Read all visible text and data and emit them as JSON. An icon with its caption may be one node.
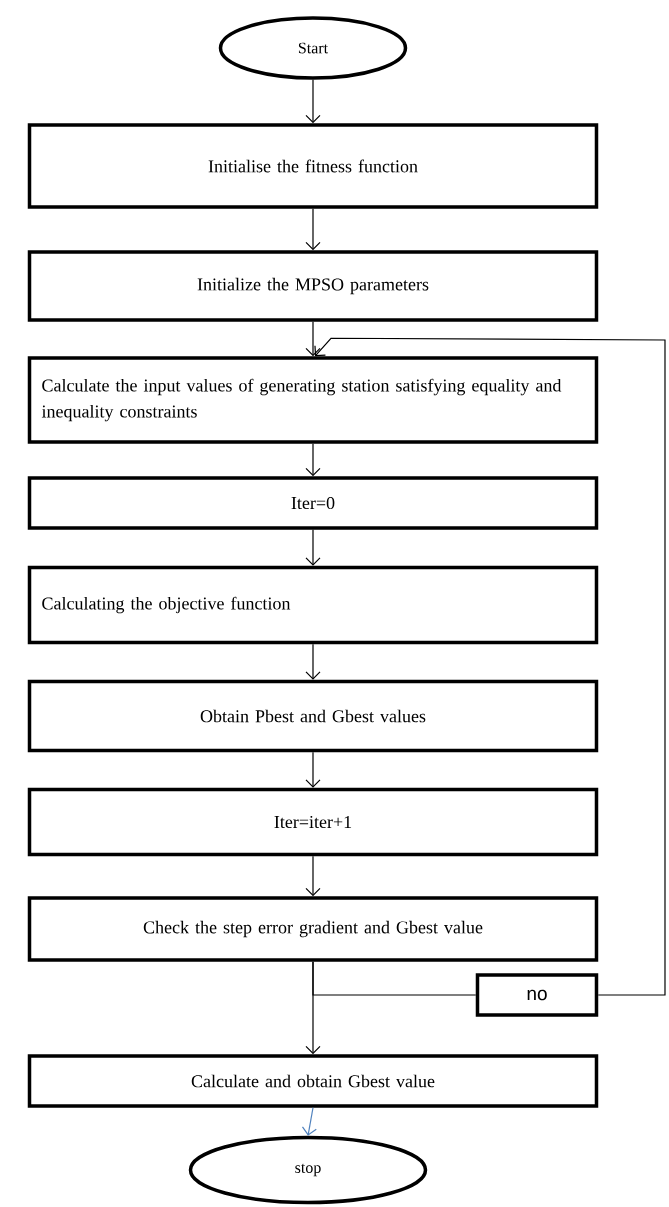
{
  "diagram": {
    "nodes": [
      {
        "text": [
          "Start"
        ]
      },
      {
        "text": [
          "Initialise the fitness function"
        ]
      },
      {
        "text": [
          "Initialize the MPSO parameters"
        ]
      },
      {
        "text": [
          "Calculate the input values of generating station satisfying equality and inequality constraints"
        ]
      },
      {
        "text": [
          "Iter=0"
        ]
      },
      {
        "text": [
          "Calculating the objective function"
        ]
      },
      {
        "text": [
          "Obtain Pbest and Gbest values"
        ]
      },
      {
        "text": [
          "Iter=iter+1"
        ]
      },
      {
        "text": [
          "Check the step error gradient and Gbest value"
        ]
      },
      {
        "text": [
          "no"
        ]
      },
      {
        "text": [
          "Calculate and obtain Gbest value"
        ]
      },
      {
        "text": [
          "stop"
        ]
      }
    ],
    "edges": [
      {
        "from": 0,
        "to": 1,
        "arrow": "to"
      },
      {
        "from": 1,
        "to": 2,
        "arrow": "to"
      },
      {
        "from": 2,
        "to": 3,
        "arrow": "to"
      },
      {
        "from": 3,
        "to": 4,
        "arrow": "to"
      },
      {
        "from": 4,
        "to": 5,
        "arrow": "to"
      },
      {
        "from": 5,
        "to": 6,
        "arrow": "to"
      },
      {
        "from": 6,
        "to": 7,
        "arrow": "to"
      },
      {
        "from": 7,
        "to": 8,
        "arrow": "to"
      },
      {
        "from": 8,
        "to": 10,
        "arrow": "to"
      },
      {
        "from": 8,
        "to": 9,
        "arrow": "none"
      },
      {
        "from": 9,
        "to": 3,
        "arrow": "to"
      },
      {
        "from": 10,
        "to": 11,
        "arrow": "to",
        "color": "#4f81bd"
      }
    ]
  }
}
